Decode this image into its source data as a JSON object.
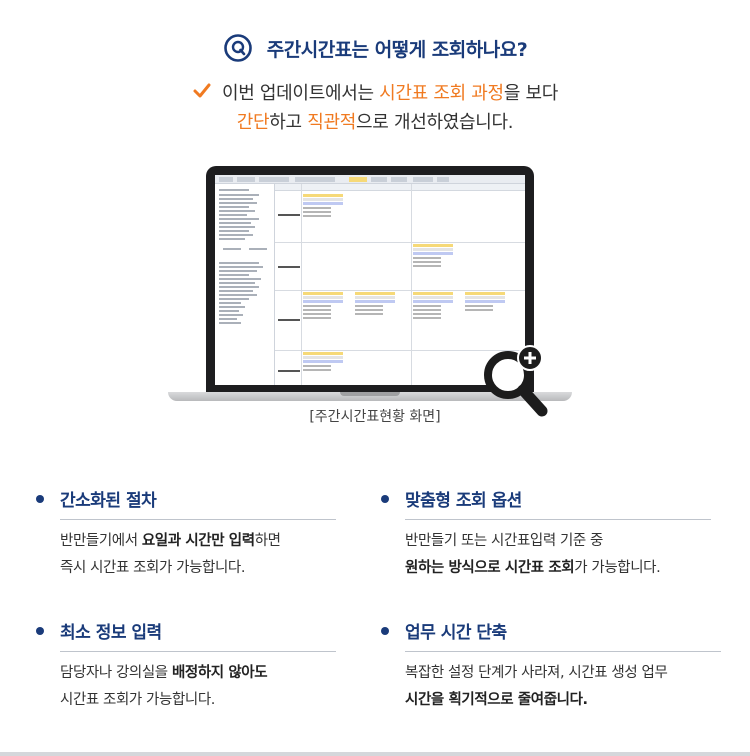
{
  "question": {
    "icon": "q-circle-icon",
    "title": "주간시간표는 어떻게 조회하나요?"
  },
  "intro": {
    "line1_a": "이번 업데이트에서는 ",
    "line1_hl": "시간표 조회 과정",
    "line1_b": "을 보다",
    "line2_hl1": "간단",
    "line2_a": "하고 ",
    "line2_hl2": "직관적",
    "line2_b": "으로 개선하였습니다."
  },
  "screenshot_caption": "[주간시간표현황 화면]",
  "features": [
    {
      "title": "간소화된 절차",
      "l1_a": "반만들기에서 ",
      "l1_b": "요일과 시간만 입력",
      "l1_c": "하면",
      "l2": "즉시 시간표 조회가 가능합니다."
    },
    {
      "title": "맞춤형 조회 옵션",
      "l1": "반만들기 또는 시간표입력 기준 중",
      "l2_a": "원하는 방식으로 시간표 조회",
      "l2_b": "가 가능합니다."
    },
    {
      "title": "최소 정보 입력",
      "l1_a": "담당자나 강의실을 ",
      "l1_b": "배정하지 않아도",
      "l2": "시간표 조회가 가능합니다."
    },
    {
      "title": "업무 시간 단축",
      "l1": "복잡한 설정 단계가 사라져, 시간표 생성 업무",
      "l2": "시간을 획기적으로 줄여줍니다."
    }
  ],
  "colors": {
    "navy": "#1a3b7a",
    "orange": "#f07a21"
  }
}
